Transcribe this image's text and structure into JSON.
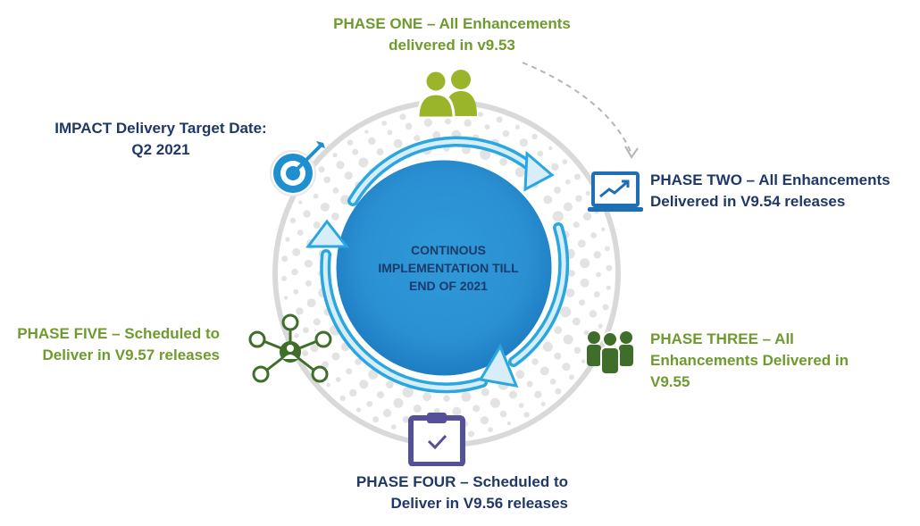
{
  "center": {
    "line1": "CONTINOUS",
    "line2": "IMPLEMENTATION TILL",
    "line3": "END OF 2021"
  },
  "target": {
    "line1": "IMPACT Delivery Target  Date:",
    "line2": "Q2 2021",
    "icon": "target-icon"
  },
  "phases": [
    {
      "line1": "PHASE ONE – All Enhancements",
      "line2": "delivered in v9.53",
      "line3": "",
      "icon": "users-icon",
      "color": "#6f9a2e"
    },
    {
      "line1": "PHASE TWO – All Enhancements",
      "line2": "Delivered in V9.54 releases",
      "line3": "",
      "icon": "laptop-chart-icon",
      "color": "#1f3868"
    },
    {
      "line1": "PHASE THREE – All",
      "line2": "Enhancements Delivered in",
      "line3": "V9.55",
      "icon": "team-icon",
      "color": "#6f9a2e"
    },
    {
      "line1": "PHASE FOUR – Scheduled to",
      "line2": "Deliver in V9.56  releases",
      "line3": "",
      "icon": "clipboard-check-icon",
      "color": "#1f3868"
    },
    {
      "line1": "PHASE FIVE – Scheduled to",
      "line2": "Deliver in V9.57 releases",
      "line3": "",
      "icon": "network-icon",
      "color": "#6f9a2e"
    }
  ],
  "colors": {
    "green": "#6f9a2e",
    "dark_green": "#3f6e2a",
    "navy": "#1f3868",
    "blue": "#1f8fd0",
    "cycle_blue": "#2aa6e0",
    "arrow_light": "#d7eefa",
    "purple": "#55509a"
  }
}
